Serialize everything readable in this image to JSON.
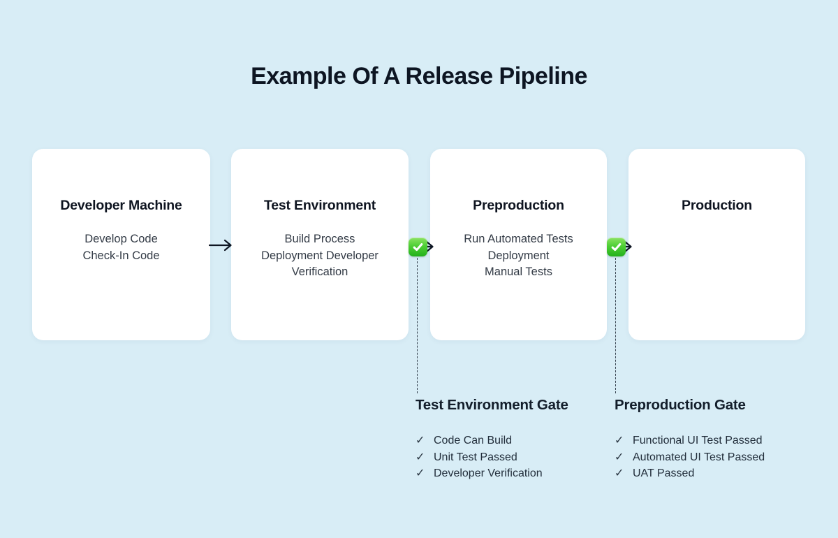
{
  "page": {
    "title": "Example Of A Release Pipeline"
  },
  "colors": {
    "background": "#d8edf6",
    "card": "#ffffff",
    "heading_text": "#0d1522",
    "body_text": "#333b46",
    "arrow": "#0d1522",
    "dashed_line": "#36424f",
    "gate_check_green": "#23b01b"
  },
  "icons": {
    "check": "✓"
  },
  "stages": [
    {
      "title": "Developer Machine",
      "lines": [
        "Develop Code",
        "Check-In Code"
      ]
    },
    {
      "title": "Test Environment",
      "lines": [
        "Build Process",
        "Deployment Developer",
        "Verification"
      ]
    },
    {
      "title": "Preproduction",
      "lines": [
        "Run Automated Tests",
        "Deployment",
        "Manual Tests"
      ]
    },
    {
      "title": "Production",
      "lines": []
    }
  ],
  "gates": [
    {
      "title": "Test Environment Gate",
      "items": [
        "Code Can Build",
        "Unit Test Passed",
        "Developer Verification"
      ]
    },
    {
      "title": "Preproduction Gate",
      "items": [
        "Functional UI Test Passed",
        "Automated UI Test Passed",
        "UAT Passed"
      ]
    }
  ]
}
